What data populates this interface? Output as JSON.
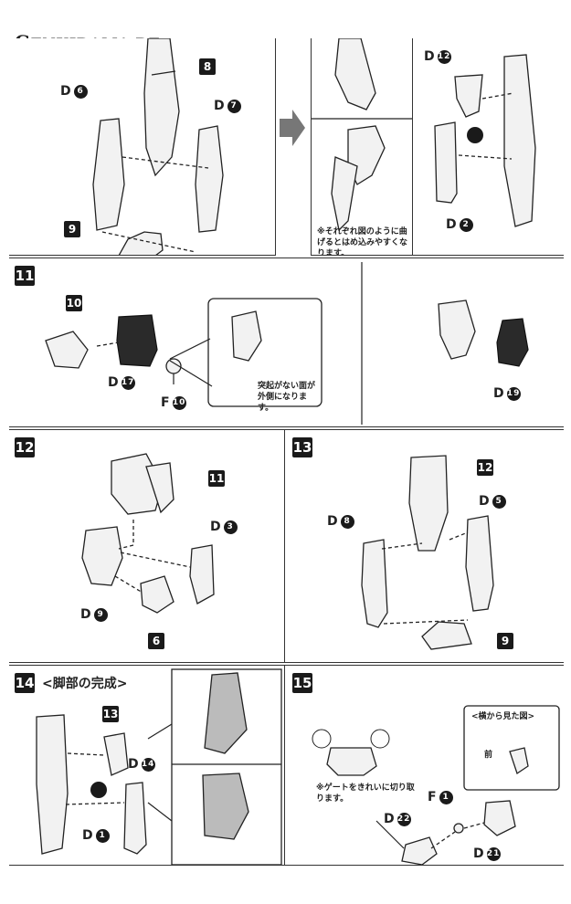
{
  "logo": {
    "first": "G",
    "rest": "ENKIDAMA.DE"
  },
  "top": {
    "labels": {
      "p8": "8",
      "d6_letter": "D",
      "d6": "6",
      "d7_letter": "D",
      "d7": "7",
      "p9": "9",
      "d12_letter": "D",
      "d12": "12",
      "d2_letter": "D",
      "d2": "2"
    },
    "note": "※それぞれ図のように曲げるとはめ込みやすくなります。"
  },
  "step11": {
    "num": "11",
    "labels": {
      "p10": "10",
      "d17_letter": "D",
      "d17": "17",
      "f10_letter": "F",
      "f10": "10",
      "d19_letter": "D",
      "d19": "19"
    },
    "note": "突起がない面が外側になります。"
  },
  "step12": {
    "num": "12",
    "labels": {
      "p11": "11",
      "d3_letter": "D",
      "d3": "3",
      "d9_letter": "D",
      "d9": "9",
      "p6": "6"
    }
  },
  "step13": {
    "num": "13",
    "labels": {
      "p12": "12",
      "d5_letter": "D",
      "d5": "5",
      "d8_letter": "D",
      "d8": "8",
      "p9": "9"
    }
  },
  "step14": {
    "num": "14",
    "title": "<脚部の完成>",
    "labels": {
      "p13": "13",
      "d14_letter": "D",
      "d14": "14",
      "d1_letter": "D",
      "d1": "1"
    }
  },
  "step15": {
    "num": "15",
    "side_view": "<横から見た図>",
    "front": "前",
    "note": "※ゲートをきれいに切り取ります。",
    "labels": {
      "f1_letter": "F",
      "f1": "1",
      "d22_letter": "D",
      "d22": "22",
      "d21_letter": "D",
      "d21": "21"
    }
  }
}
